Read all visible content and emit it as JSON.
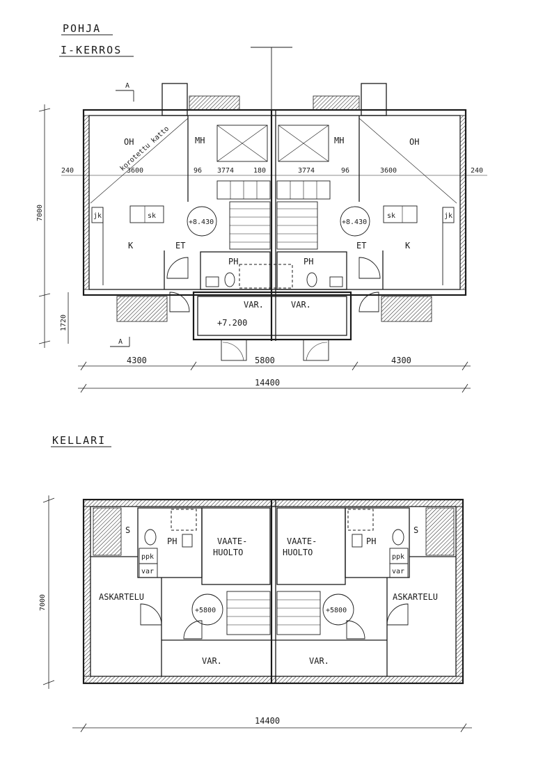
{
  "titles": {
    "plan": "POHJA",
    "floor1": "I-KERROS",
    "basement": "KELLARI"
  },
  "floor1": {
    "rooms": {
      "oh_left": "OH",
      "oh_right": "OH",
      "mh_left": "MH",
      "mh_right": "MH",
      "k_left": "K",
      "k_right": "K",
      "et_left": "ET",
      "et_right": "ET",
      "ph_left": "PH",
      "ph_right": "PH",
      "var_left": "VAR.",
      "var_right": "VAR.",
      "jk_left": "jk",
      "jk_right": "jk",
      "sk_left": "sk",
      "sk_right": "sk",
      "roof_note": "korotettu katto"
    },
    "levels": {
      "left": "+8.430",
      "right": "+8.430",
      "bottom": "+7.200"
    },
    "section_marks": [
      "A",
      "A"
    ],
    "interior_dims": [
      "240",
      "3600",
      "96",
      "3774",
      "180",
      "3774",
      "96",
      "3600",
      "240"
    ],
    "vertical_dims": [
      "7000",
      "1720"
    ],
    "horizontal_dims": [
      "4300",
      "5800",
      "4300"
    ],
    "total_width": "14400"
  },
  "basement": {
    "rooms": {
      "s_left": "S",
      "s_right": "S",
      "ph_left": "PH",
      "ph_right": "PH",
      "ppk_left": "ppk",
      "ppk_right": "ppk",
      "var_small_left": "var",
      "var_small_right": "var",
      "vaate1_left": "VAATE-",
      "vaate2_left": "HUOLTO",
      "vaate1_right": "VAATE-",
      "vaate2_right": "HUOLTO",
      "askartelu_left": "ASKARTELU",
      "askartelu_right": "ASKARTELU",
      "var_left": "VAR.",
      "var_right": "VAR."
    },
    "levels": {
      "left": "+5800",
      "right": "+5800"
    },
    "vertical_dims": [
      "7000"
    ],
    "total_width": "14400"
  }
}
